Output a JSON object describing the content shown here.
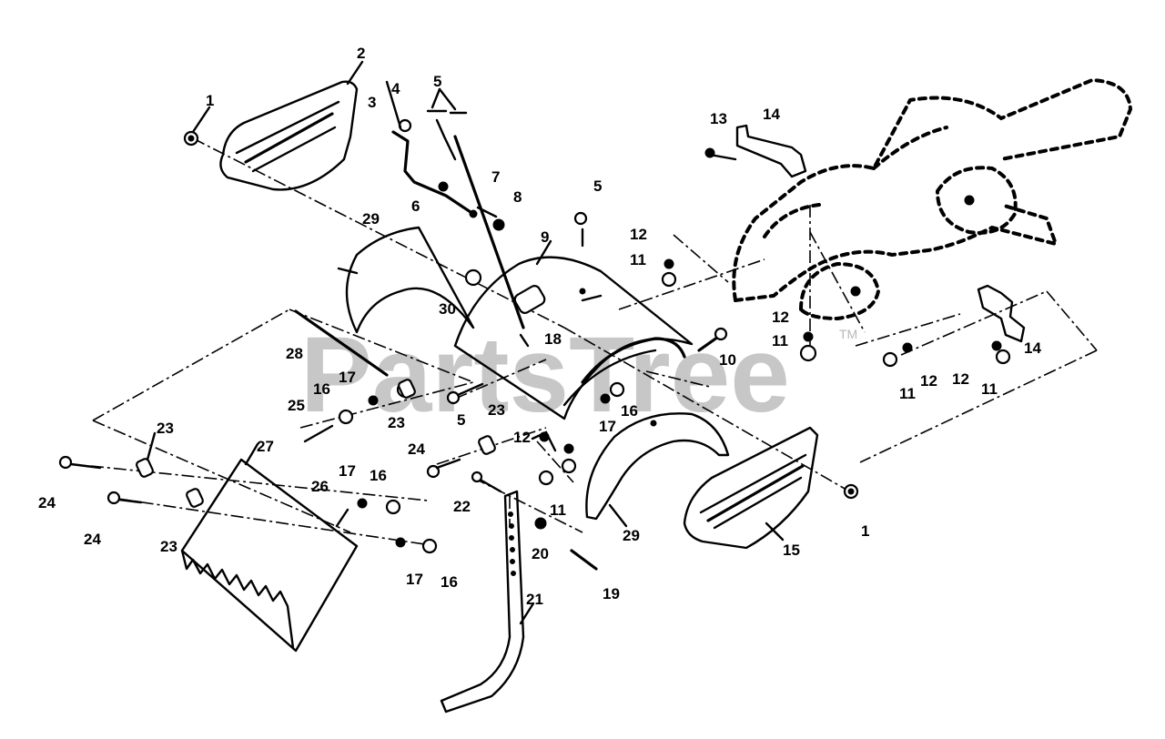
{
  "watermark": {
    "text": "PartsTree",
    "mark": "TM"
  },
  "callouts": {
    "c1a": "1",
    "c2": "2",
    "c3": "3",
    "c4": "4",
    "c5a": "5",
    "c5b": "5",
    "c5c": "5",
    "c6": "6",
    "c7": "7",
    "c8": "8",
    "c9": "9",
    "c10": "10",
    "c11a": "11",
    "c11b": "11",
    "c11c": "11",
    "c11d": "11",
    "c11e": "11",
    "c12a": "12",
    "c12b": "12",
    "c12c": "12",
    "c12d": "12",
    "c12e": "12",
    "c13": "13",
    "c14a": "14",
    "c14b": "14",
    "c15": "15",
    "c16a": "16",
    "c16b": "16",
    "c16c": "16",
    "c16d": "16",
    "c17a": "17",
    "c17b": "17",
    "c17c": "17",
    "c17d": "17",
    "c18": "18",
    "c19": "19",
    "c20": "20",
    "c21": "21",
    "c22": "22",
    "c23a": "23",
    "c23b": "23",
    "c23c": "23",
    "c23d": "23",
    "c24a": "24",
    "c24b": "24",
    "c24c": "24",
    "c25": "25",
    "c26": "26",
    "c27": "27",
    "c28": "28",
    "c29a": "29",
    "c29b": "29",
    "c30": "30",
    "c1b": "1"
  }
}
